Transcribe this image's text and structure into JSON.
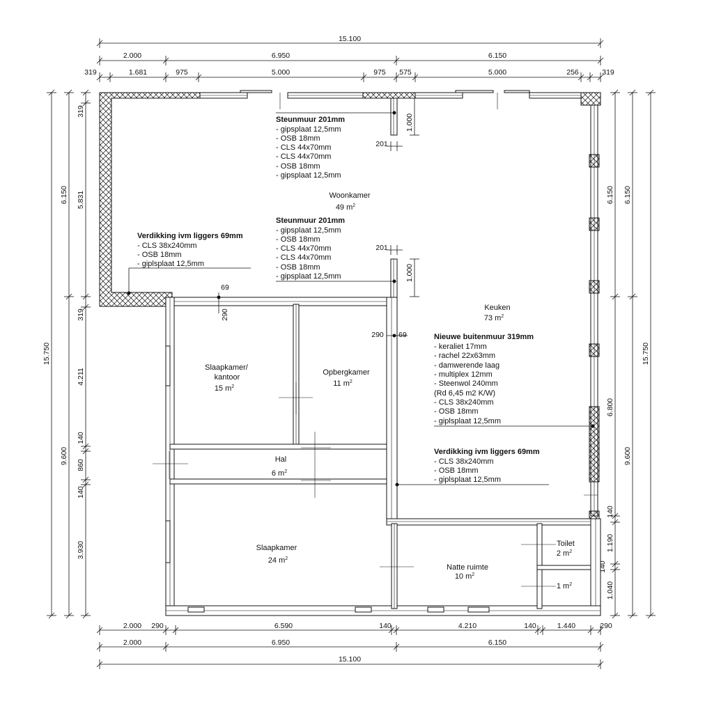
{
  "dimensions": {
    "top_total": "15.100",
    "top_row2": [
      "2.000",
      "6.950",
      "6.150"
    ],
    "top_row3": [
      "319",
      "1.681",
      "975",
      "5.000",
      "975",
      "575",
      "5.000",
      "256",
      "319"
    ],
    "bottom_row1": [
      "2.000",
      "290",
      "6.590",
      "140",
      "4.210",
      "140",
      "1.440",
      "290"
    ],
    "bottom_row2": [
      "2.000",
      "6.950",
      "6.150"
    ],
    "bottom_total": "15.100",
    "left_outer": "15.750",
    "left_mid": [
      "6.150",
      "9.600"
    ],
    "left_inner": [
      "319",
      "5.831",
      "319",
      "4.211",
      "140",
      "860",
      "140",
      "3.930"
    ],
    "right_outer": "15.750",
    "right_mid": [
      "6.150",
      "9.600"
    ],
    "right_inner": [
      "6.150",
      "6.800",
      "140",
      "1.190",
      "140",
      "1.040"
    ],
    "misc": {
      "d1000_top": "1.000",
      "d201_top": "201",
      "d201_mid": "201",
      "d1000_mid": "1.000",
      "d69_a": "69",
      "d290_a": "290",
      "d290_b": "290",
      "d69_b": "69"
    }
  },
  "rooms": {
    "woonkamer": {
      "name": "Woonkamer",
      "area": "49 m",
      "sup": "2"
    },
    "keuken": {
      "name": "Keuken",
      "area": "73 m",
      "sup": "2"
    },
    "slaapkamer_kantoor": {
      "name1": "Slaapkamer/",
      "name2": "kantoor",
      "area": "15 m",
      "sup": "2"
    },
    "opbergkamer": {
      "name": "Opbergkamer",
      "area": "11 m",
      "sup": "2"
    },
    "hal": {
      "name": "Hal",
      "area": "6 m",
      "sup": "2"
    },
    "slaapkamer": {
      "name": "Slaapkamer",
      "area": "24 m",
      "sup": "2"
    },
    "natte_ruimte": {
      "name": "Natte ruimte",
      "area": "10 m",
      "sup": "2"
    },
    "toilet": {
      "name": "Toilet",
      "area": "2 m",
      "sup": "2"
    },
    "berging": {
      "area": "1 m",
      "sup": "2"
    }
  },
  "notes": {
    "steunmuur_top": {
      "title": "Steunmuur 201mm",
      "lines": [
        "- gipsplaat 12,5mm",
        "- OSB 18mm",
        "- CLS 44x70mm",
        "- CLS 44x70mm",
        "- OSB 18mm",
        "- gipsplaat 12,5mm"
      ]
    },
    "steunmuur_mid": {
      "title": "Steunmuur 201mm",
      "lines": [
        "- gipsplaat 12,5mm",
        "- OSB 18mm",
        "- CLS 44x70mm",
        "- CLS 44x70mm",
        "- OSB 18mm",
        "- gipsplaat 12,5mm"
      ]
    },
    "verdikking_left": {
      "title": "Verdikking ivm liggers 69mm",
      "lines": [
        "- CLS 38x240mm",
        "- OSB 18mm",
        "- giplsplaat 12,5mm"
      ]
    },
    "buitenmuur": {
      "title": "Nieuwe buitenmuur 319mm",
      "lines": [
        "- keraliet 17mm",
        "- rachel 22x63mm",
        "- damwerende laag",
        "- multiplex 12mm",
        "- Steenwol 240mm",
        "(Rd 6,45 m2 K/W)",
        "- CLS 38x240mm",
        "- OSB 18mm",
        "- giplsplaat 12,5mm"
      ]
    },
    "verdikking_right": {
      "title": "Verdikking ivm liggers 69mm",
      "lines": [
        "- CLS 38x240mm",
        "- OSB 18mm",
        "- giplsplaat 12,5mm"
      ]
    }
  },
  "colors": {
    "line": "#111111",
    "background": "#ffffff"
  }
}
